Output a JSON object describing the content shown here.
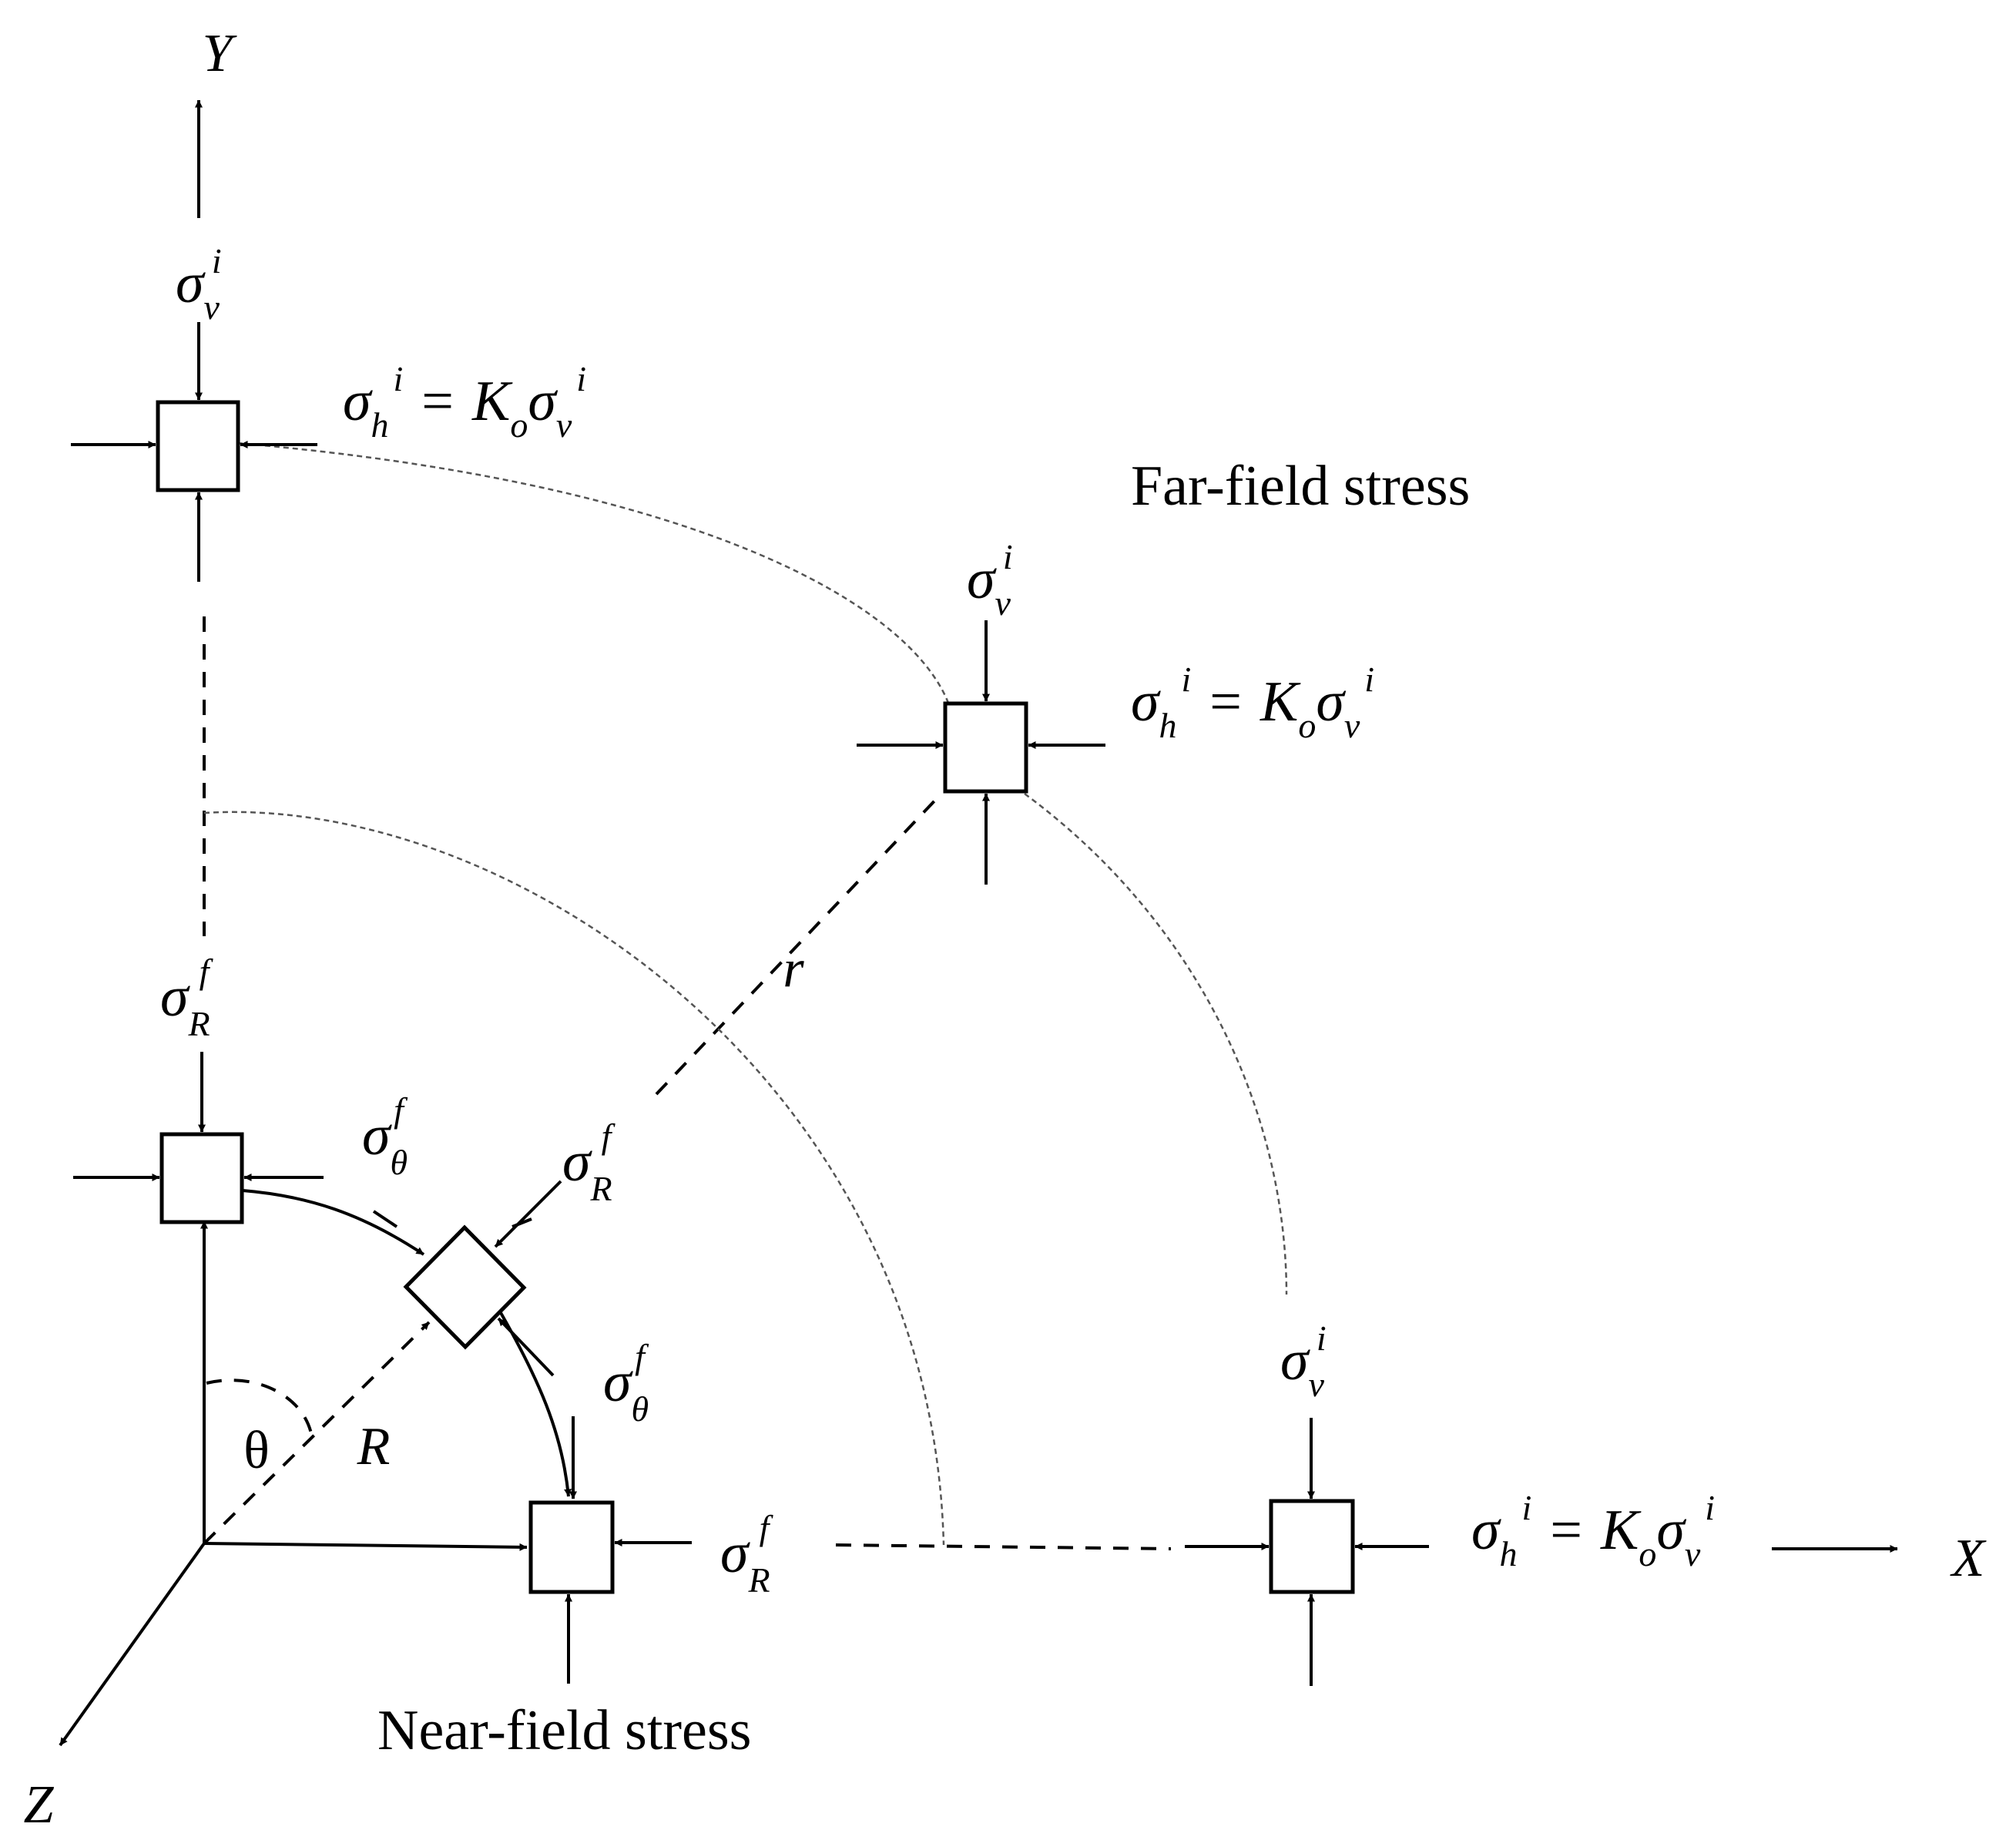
{
  "axes": {
    "x_label": "X",
    "y_label": "Y",
    "z_label": "Z"
  },
  "captions": {
    "far_field": "Far-field stress",
    "near_field": "Near-field stress"
  },
  "angles": {
    "theta": "θ",
    "radius_near": "R",
    "radius_far": "r"
  },
  "symbols": {
    "sigma": "σ",
    "equals": "=",
    "K": "K",
    "sub_o": "o",
    "sub_v": "v",
    "sub_h": "h",
    "sub_R": "R",
    "sub_theta": "θ",
    "sup_i": "i",
    "sup_f": "f"
  },
  "colors": {
    "ink": "#000000",
    "arc_lines": "#555555",
    "background": "#ffffff"
  }
}
